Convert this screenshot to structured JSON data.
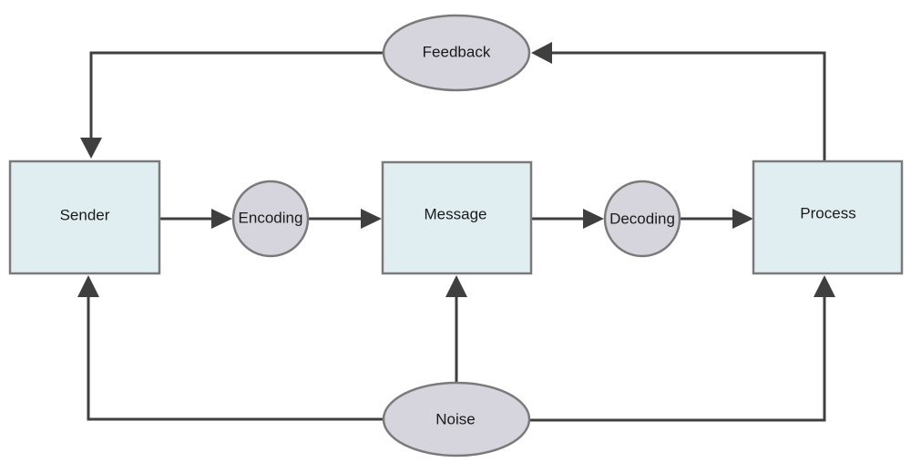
{
  "nodes": {
    "sender": "Sender",
    "encoding": "Encoding",
    "message": "Message",
    "decoding": "Decoding",
    "process": "Process",
    "feedback": "Feedback",
    "noise": "Noise"
  },
  "colors": {
    "box_fill": "#e1eef1",
    "oval_fill": "#d6d5de",
    "stroke": "#7a7a7a",
    "arrow": "#3f3f3f"
  }
}
